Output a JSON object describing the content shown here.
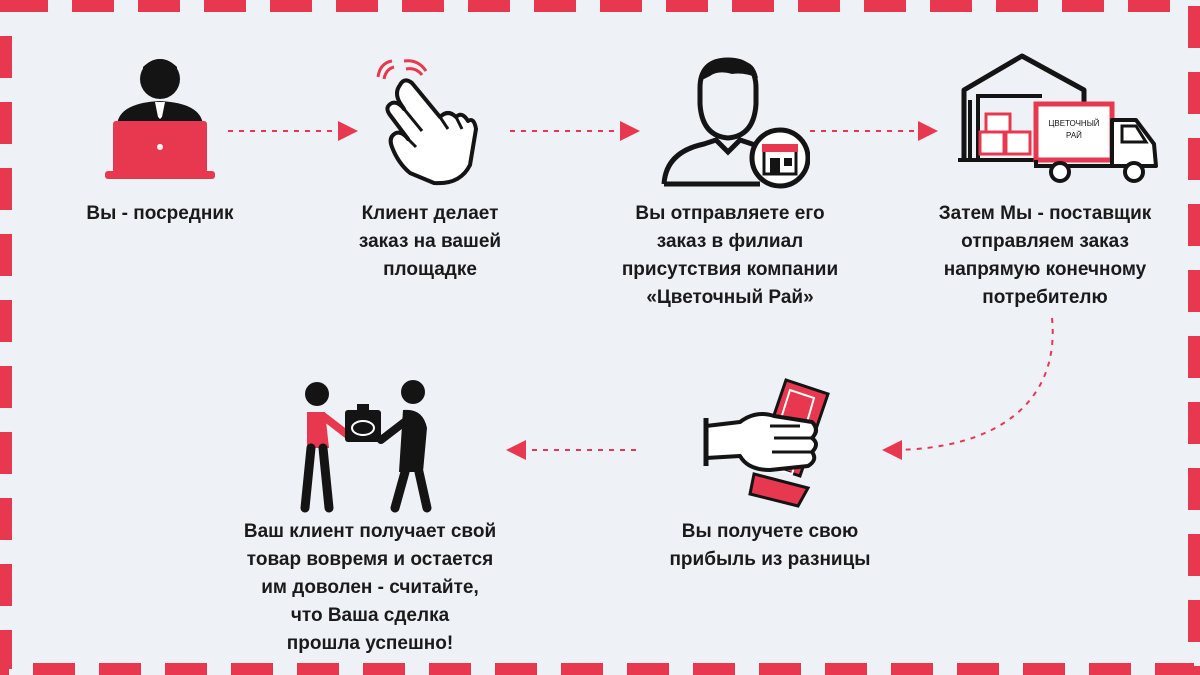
{
  "colors": {
    "accent": "#e8384f",
    "ink": "#141414",
    "background": "#eef1f6"
  },
  "brand": {
    "label_line1": "ЦВЕТОЧНЫЙ",
    "label_line2": "РАЙ"
  },
  "steps": [
    {
      "icon": "laptop-person-icon",
      "text": "Вы - посредник"
    },
    {
      "icon": "hand-tap-icon",
      "text": "Клиент делает\nзаказ на вашей\nплощадке"
    },
    {
      "icon": "person-store-icon",
      "text": "Вы отправляете его\nзаказ в филиал\nприсутствия компании\n«Цветочный Рай»"
    },
    {
      "icon": "warehouse-truck-icon",
      "text": "Затем Мы - поставщик\nотправляем заказ\nнапрямую конечному\nпотребителю"
    },
    {
      "icon": "hand-money-icon",
      "text": "Вы получете свою\nприбыль из разницы"
    },
    {
      "icon": "handover-icon",
      "text": "Ваш клиент получает свой\nтовар вовремя и остается\nим доволен - считайте,\nчто Ваша сделка\nпрошла успешно!"
    }
  ]
}
